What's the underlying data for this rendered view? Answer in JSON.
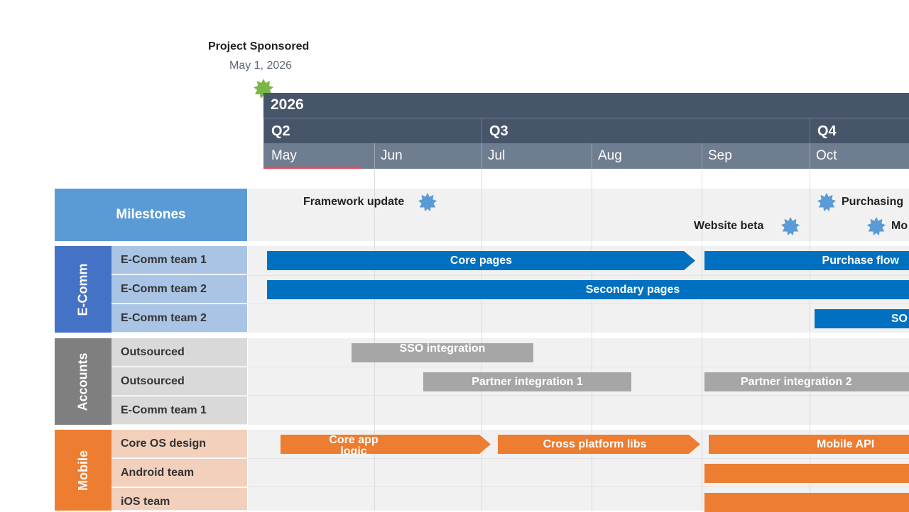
{
  "sponsor": {
    "title": "Project Sponsored",
    "date": "May 1, 2026"
  },
  "timeline": {
    "year": "2026",
    "quarters": [
      "Q2",
      "Q3",
      "Q4"
    ],
    "months": [
      "May",
      "Jun",
      "Jul",
      "Aug",
      "Sep",
      "Oct"
    ]
  },
  "milestones": {
    "label": "Milestones",
    "items": [
      "Framework update",
      "Website beta",
      "Purchasing",
      "Mo"
    ]
  },
  "groups": {
    "ecomm": {
      "label": "E-Comm",
      "rows": [
        "E-Comm team 1",
        "E-Comm team 2",
        "E-Comm team 2"
      ],
      "tasks": [
        "Core pages",
        "Purchase flow",
        "Secondary pages",
        "SO"
      ]
    },
    "accounts": {
      "label": "Accounts",
      "rows": [
        "Outsourced",
        "Outsourced",
        "E-Comm team 1"
      ],
      "tasks": [
        "SSO integration",
        "Partner integration 1",
        "Partner integration 2"
      ]
    },
    "mobile": {
      "label": "Mobile",
      "rows": [
        "Core OS design",
        "Android team",
        "iOS team"
      ],
      "tasks": [
        "Core app logic",
        "Cross platform libs",
        "Mobile API"
      ]
    }
  },
  "colors": {
    "header": "#465569",
    "month_row": "#6f7d90",
    "milestones": "#5b9bd5",
    "ecomm": "#4472c4",
    "ecomm_rows": "#a9c4e4",
    "accounts": "#7f7f7f",
    "accounts_rows": "#d9d9d9",
    "mobile": "#ed7d31",
    "mobile_rows": "#f2d0bc",
    "task_blue": "#0070c0",
    "task_gray": "#a6a6a6",
    "task_orange": "#ed7d31",
    "today": "#e74c5c",
    "sponsor_star": "#7ab648",
    "milestone_star": "#5b9bd5"
  },
  "icons": {
    "sponsor": "starburst-icon",
    "milestone": "starburst-icon"
  }
}
